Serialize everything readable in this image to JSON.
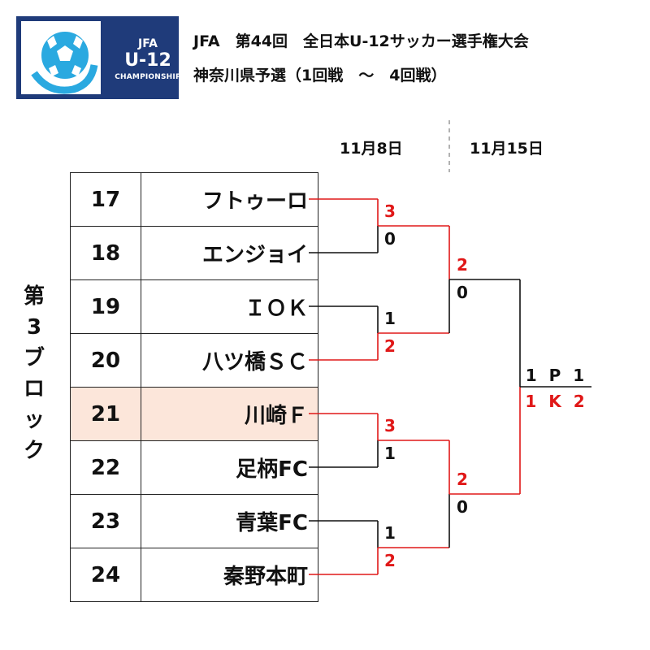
{
  "logo": {
    "line1": "JFA",
    "line2": "U-12",
    "line3": "CHAMPIONSHIP",
    "bg_color": "#1f3b7a",
    "ball_color": "#2aa9e0"
  },
  "header": {
    "title_line1": "JFA　第44回　全日本U-12サッカー選手権大会",
    "title_line2": "神奈川県予選（1回戦　～　4回戦）"
  },
  "dates": {
    "round1": "11月8日",
    "round2": "11月15日"
  },
  "block_label": "第\n3\nブ\nロ\nッ\nク",
  "teams": [
    {
      "no": "17",
      "name": "フトゥーロ",
      "highlight": false
    },
    {
      "no": "18",
      "name": "エンジョイ",
      "highlight": false
    },
    {
      "no": "19",
      "name": "ＩＯＫ",
      "highlight": false
    },
    {
      "no": "20",
      "name": "八ツ橋ＳＣ",
      "highlight": false
    },
    {
      "no": "21",
      "name": "川崎Ｆ",
      "highlight": true
    },
    {
      "no": "22",
      "name": "足柄FC",
      "highlight": false
    },
    {
      "no": "23",
      "name": "青葉FC",
      "highlight": false
    },
    {
      "no": "24",
      "name": "秦野本町",
      "highlight": false
    }
  ],
  "scores": {
    "r1": [
      {
        "top": "3",
        "bottom": "0",
        "winner": "top"
      },
      {
        "top": "1",
        "bottom": "2",
        "winner": "bottom"
      },
      {
        "top": "3",
        "bottom": "1",
        "winner": "top"
      },
      {
        "top": "1",
        "bottom": "2",
        "winner": "bottom"
      }
    ],
    "r2": [
      {
        "top": "2",
        "bottom": "0",
        "winner": "top"
      },
      {
        "top": "2",
        "bottom": "0",
        "winner": "top"
      }
    ],
    "r3": {
      "top": "1 P 1",
      "bottom": "1 K 2",
      "winner": "bottom"
    }
  },
  "colors": {
    "win": "#e01818",
    "loss": "#111111",
    "highlight_row": "#fce6da"
  }
}
